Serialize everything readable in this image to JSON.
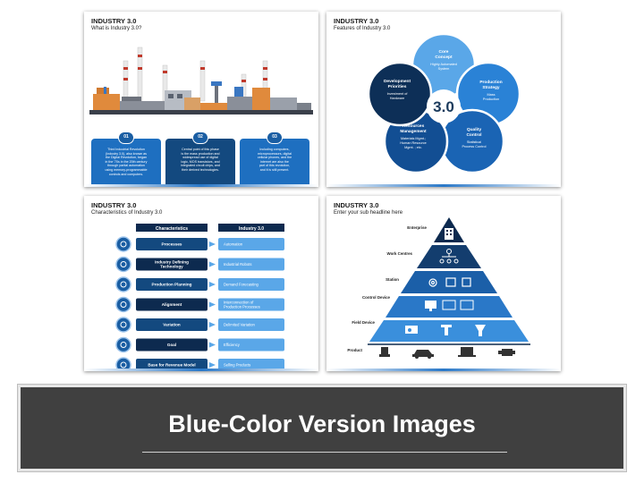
{
  "banner": {
    "title": "Blue-Color Version Images"
  },
  "colors": {
    "primary_blue": "#1e6fc0",
    "dark_blue": "#13497f",
    "navy": "#0d2a4f",
    "light_blue": "#5aa7e8",
    "banner_bg": "#404040"
  },
  "slide1": {
    "title": "INDUSTRY 3.0",
    "subtitle": "What is Industry 3.0?",
    "cards": [
      {
        "num": "01",
        "lines": [
          "Third Industrial Revolution",
          "(Industry 3.0), also known as",
          "the Digital Revolution, began",
          "in the '70s in the 20th century",
          "through partial automation",
          "using memory-programmable",
          "controls and computers."
        ]
      },
      {
        "num": "02",
        "lines": [
          "Central point of this phase",
          "is the mass production and",
          "widespread use of digital",
          "logic, MOS transistors, and",
          "integrated circuit chips, and",
          "their derived technologies."
        ]
      },
      {
        "num": "03",
        "lines": [
          "Including computers,",
          "microprocessors, digital",
          "cellular phones, and the",
          "internet are also the",
          "part of this revolution,",
          "and it is still present."
        ]
      }
    ]
  },
  "slide2": {
    "title": "INDUSTRY 3.0",
    "subtitle": "Features of Industry 3.0",
    "center": "3.0",
    "features": [
      {
        "heading": [
          "Core",
          "Concept"
        ],
        "text": [
          "Highly Automated",
          "System"
        ]
      },
      {
        "heading": [
          "Production",
          "Strategy"
        ],
        "text": [
          "Mass",
          "Production"
        ]
      },
      {
        "heading": [
          "Quality",
          "Control"
        ],
        "text": [
          "Statistical",
          "Process Control"
        ]
      },
      {
        "heading": [
          "Resources",
          "Management"
        ],
        "text": [
          "Materials Mgmt.;",
          "Human Resource",
          "Mgmt. ; etc."
        ]
      },
      {
        "heading": [
          "Development",
          "Priorities"
        ],
        "text": [
          "Investment of",
          "Hardware"
        ]
      }
    ]
  },
  "slide3": {
    "title": "INDUSTRY 3.0",
    "subtitle": "Characteristics of Industry 3.0",
    "col_left": "Characteristics",
    "col_right": "Industry 3.0",
    "rows": [
      {
        "left": [
          "Processes"
        ],
        "right": [
          "Automation"
        ]
      },
      {
        "left": [
          "Industry Defining",
          "Technology"
        ],
        "right": [
          "Industrial Robots"
        ]
      },
      {
        "left": [
          "Production Planning"
        ],
        "right": [
          "Demand Forecasting"
        ]
      },
      {
        "left": [
          "Alignment"
        ],
        "right": [
          "Interconnection of",
          "Production Processes"
        ]
      },
      {
        "left": [
          "Variation"
        ],
        "right": [
          "Delimited Variation"
        ]
      },
      {
        "left": [
          "Goal"
        ],
        "right": [
          "Efficiency"
        ]
      },
      {
        "left": [
          "Base for Revenue Model"
        ],
        "right": [
          "Selling Products"
        ]
      }
    ]
  },
  "slide4": {
    "title": "INDUSTRY 3.0",
    "subtitle": "Enter your sub headline here",
    "levels": [
      "Enterprise",
      "Work Centres",
      "Station",
      "Control Device",
      "Field Device",
      "Product"
    ]
  }
}
